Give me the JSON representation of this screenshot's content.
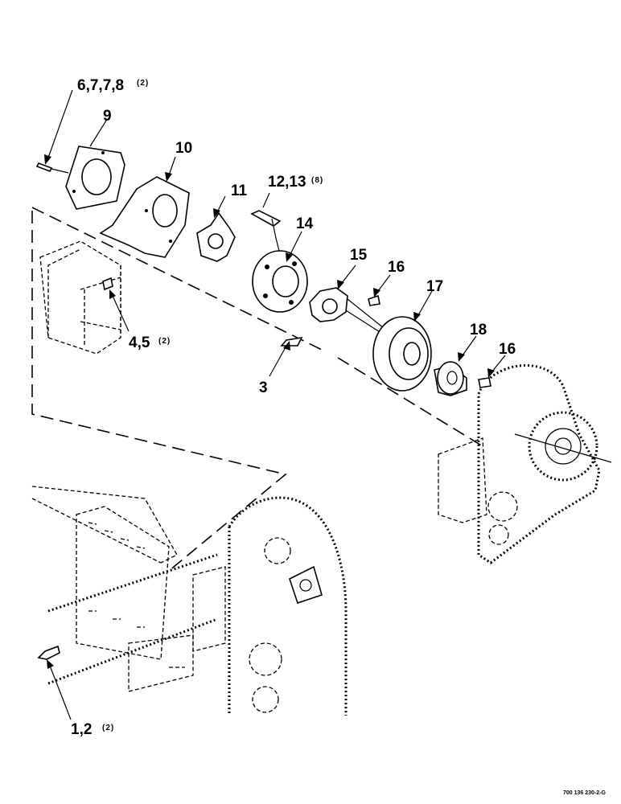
{
  "diagram": {
    "callouts": {
      "c6788_main": "6,7,7,8",
      "c6788_qty": "(2)",
      "c9": "9",
      "c10": "10",
      "c11": "11",
      "c1213_main": "12,13",
      "c1213_qty": "(8)",
      "c14": "14",
      "c15": "15",
      "c16a": "16",
      "c17": "17",
      "c18": "18",
      "c16b": "16",
      "c45_main": "4,5",
      "c45_qty": "(2)",
      "c3": "3",
      "c12_main": "1,2",
      "c12_qty": "(2)"
    },
    "footer_code": "700 136 230-2-G"
  }
}
